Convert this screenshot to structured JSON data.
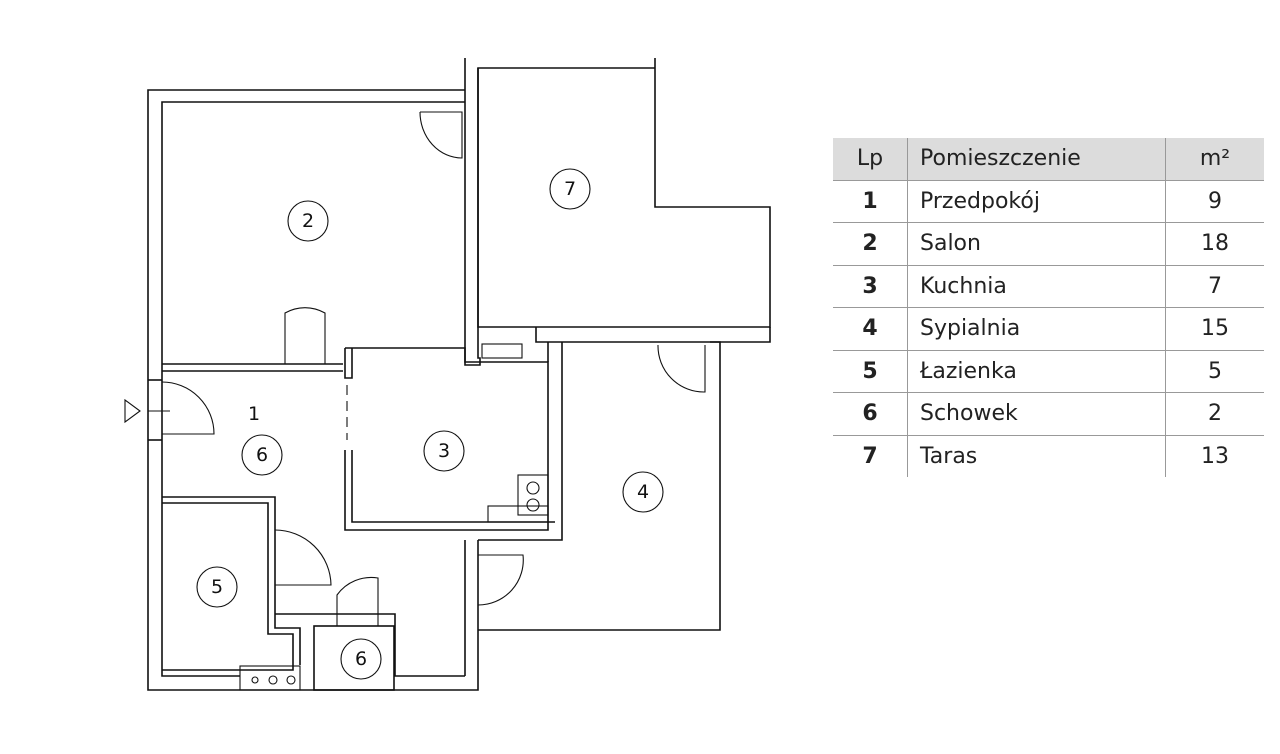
{
  "plan": {
    "entrance_label": "1",
    "rooms": [
      {
        "num": "2"
      },
      {
        "num": "7"
      },
      {
        "num": "3"
      },
      {
        "num": "4"
      },
      {
        "num": "5"
      },
      {
        "num": "6"
      },
      {
        "num": "6"
      }
    ]
  },
  "table": {
    "headers": {
      "lp": "Lp",
      "room": "Pomieszczenie",
      "area": "m²"
    },
    "rows": [
      {
        "lp": "1",
        "room": "Przedpokój",
        "area": "9"
      },
      {
        "lp": "2",
        "room": "Salon",
        "area": "18"
      },
      {
        "lp": "3",
        "room": "Kuchnia",
        "area": "7"
      },
      {
        "lp": "4",
        "room": "Sypialnia",
        "area": "15"
      },
      {
        "lp": "5",
        "room": "Łazienka",
        "area": "5"
      },
      {
        "lp": "6",
        "room": "Schowek",
        "area": "2"
      },
      {
        "lp": "7",
        "room": "Taras",
        "area": "13"
      }
    ]
  }
}
